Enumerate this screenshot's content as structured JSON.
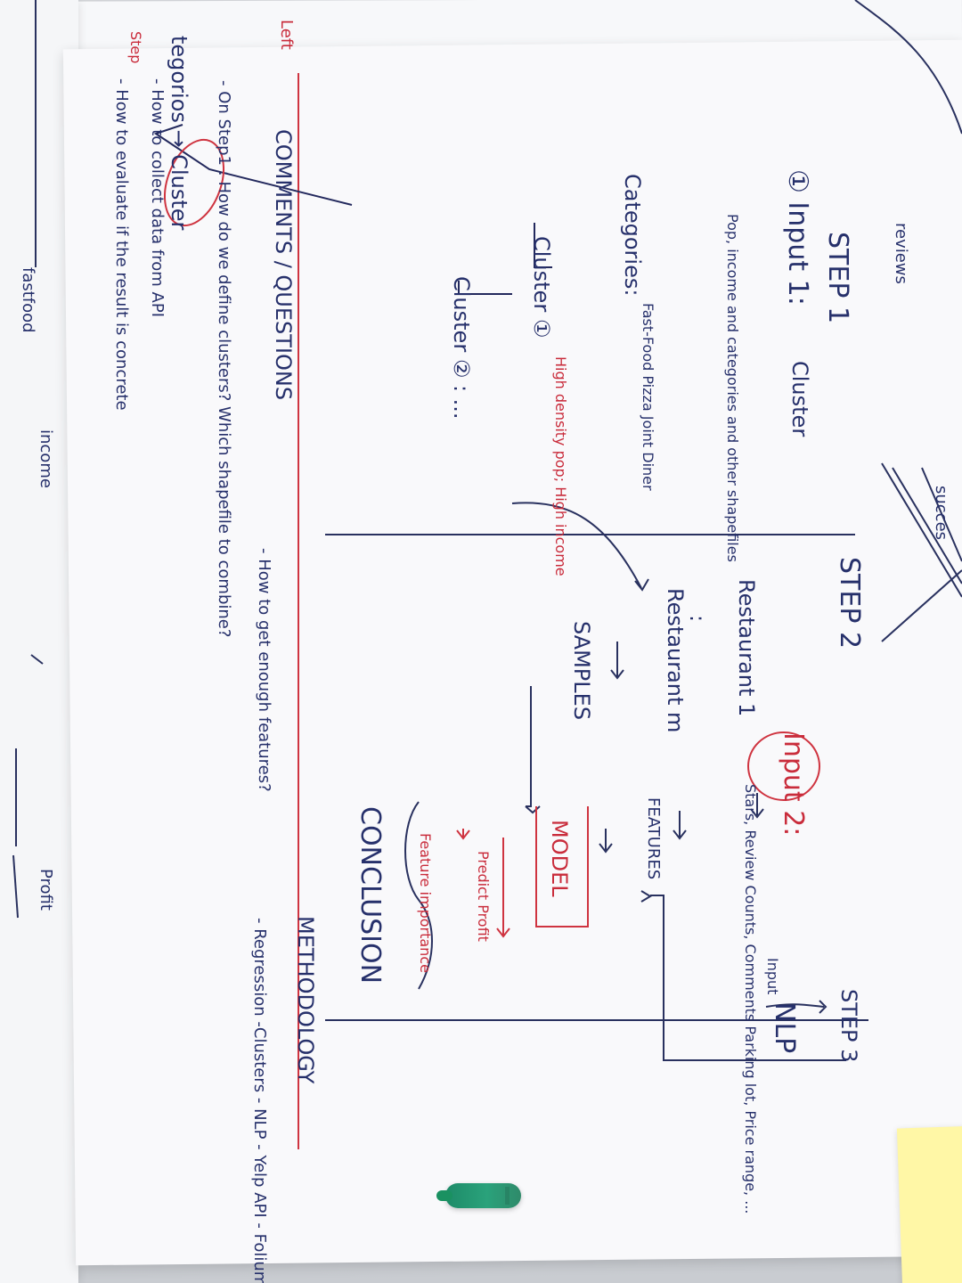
{
  "scene": {
    "colors": {
      "paper": "#f9f9fb",
      "blue_ink": "#26306b",
      "red_ink": "#c92c3b"
    }
  },
  "corner_notes": {
    "categories_cluster": "tegorios\n→ Cluster",
    "reviews": "reviews",
    "success": "succes"
  },
  "step1": {
    "title": "STEP 1",
    "input_heading": "① Input 1:",
    "cluster_label": "Cluster",
    "input_detail": "Pop, income and categories\nand other shapefiles",
    "categories_label": "Categories:",
    "categories_items": "Fast-Food\nPizza Joint\nDiner",
    "cluster1": "Cluster ①",
    "cluster1_detail": "High density pop;\nHigh income",
    "cluster2": "Cluster ② : ..."
  },
  "step2": {
    "title": "STEP 2",
    "restaurant1": "Restaurant 1",
    "ellipsis": ":",
    "restaurant_m": "Restaurant m",
    "samples": "SAMPLES",
    "input2": "Input 2:",
    "input2_detail": "Stars, Review Counts, Comments\nParking lot, Price range, ...",
    "features": "FEATURES",
    "model": "MODEL",
    "predict_profit": "Predict Profit",
    "feature_importance": "Feature importance",
    "conclusion": "CONCLUSION"
  },
  "step3": {
    "title": "STEP 3",
    "input_tag": "Input",
    "nlp": "NLP"
  },
  "comments": {
    "title": "COMMENTS / QUESTIONS",
    "q1": "- On Step1 : How do we define clusters?\nWhich shapefile to combine?",
    "q2": "- How to collect data from API",
    "q3": "- How to evaluate if the\nresult is concrete",
    "q4": "- How to get enough features?"
  },
  "methodology": {
    "title": "METHODOLOGY",
    "items": "- Regression\n-Clusters\n- NLP\n- Yelp API\n- Folium"
  },
  "left_margin": {
    "line1": "Left",
    "line2": "Step"
  },
  "right_bg": {
    "profit": "Profit",
    "fastfood": "fastfood",
    "income": "income"
  }
}
